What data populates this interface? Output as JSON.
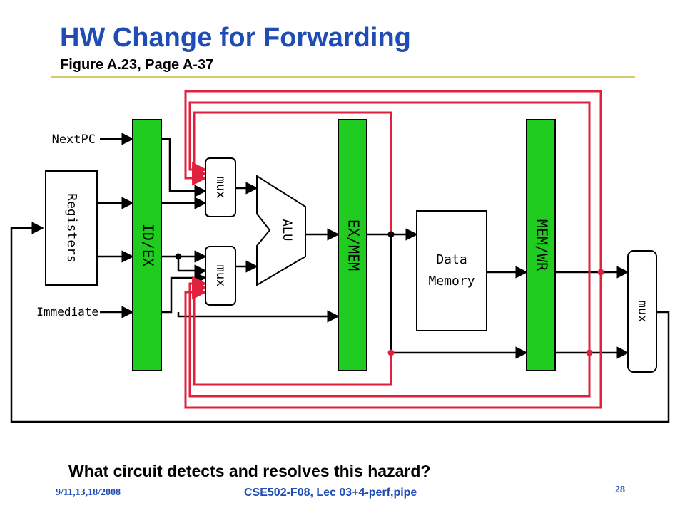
{
  "slide": {
    "title": "HW Change for Forwarding",
    "subtitle": "Figure A.23, Page A-37",
    "question": "What circuit detects and resolves this hazard?",
    "footer_date": "9/11,13,18/2008",
    "footer_course": "CSE502-F08, Lec 03+4-perf,pipe",
    "page_number": "28"
  },
  "diagram": {
    "labels": {
      "nextpc": "NextPC",
      "immediate": "Immediate",
      "registers": "Registers",
      "idex": "ID/EX",
      "exmem": "EX/MEM",
      "memwr": "MEM/WR",
      "alu": "ALU",
      "mux_top": "mux",
      "mux_bottom": "mux",
      "mux_right": "mux",
      "data_memory_line1": "Data",
      "data_memory_line2": "Memory"
    },
    "colors": {
      "pipeline_register": "#1fcc1f",
      "forwarding_path": "#e0203c",
      "wire": "#000000",
      "title": "#1f4db5",
      "rule": "#d8c86a"
    }
  }
}
